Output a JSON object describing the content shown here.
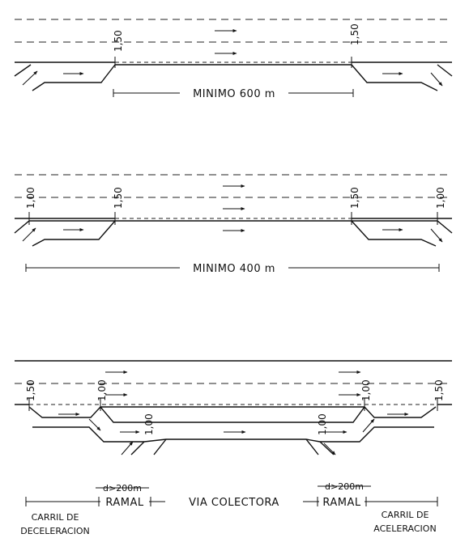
{
  "panels": {
    "top": {
      "width_left": "1,50",
      "width_right": "1,50",
      "min_length": "MINIMO 600 m"
    },
    "middle": {
      "width_outer_left": "1,00",
      "width_inner_left": "1,50",
      "width_inner_right": "1,50",
      "width_outer_right": "1,00",
      "min_length": "MINIMO 400 m"
    },
    "bottom": {
      "width_outer_left": "1,50",
      "width_inner_left": "1,00",
      "width_ramp_left": "1,00",
      "width_ramp_right": "1,00",
      "width_inner_right": "1,00",
      "width_outer_right": "1,50",
      "dist_left": "d>200m",
      "dist_right": "d>200m",
      "ramal_left": "RAMAL",
      "ramal_right": "RAMAL",
      "via_colectora": "VIA COLECTORA",
      "carril_left_1": "CARRIL DE",
      "carril_left_2": "DECELERACION",
      "carril_right_1": "CARRIL DE",
      "carril_right_2": "ACELERACION"
    }
  }
}
